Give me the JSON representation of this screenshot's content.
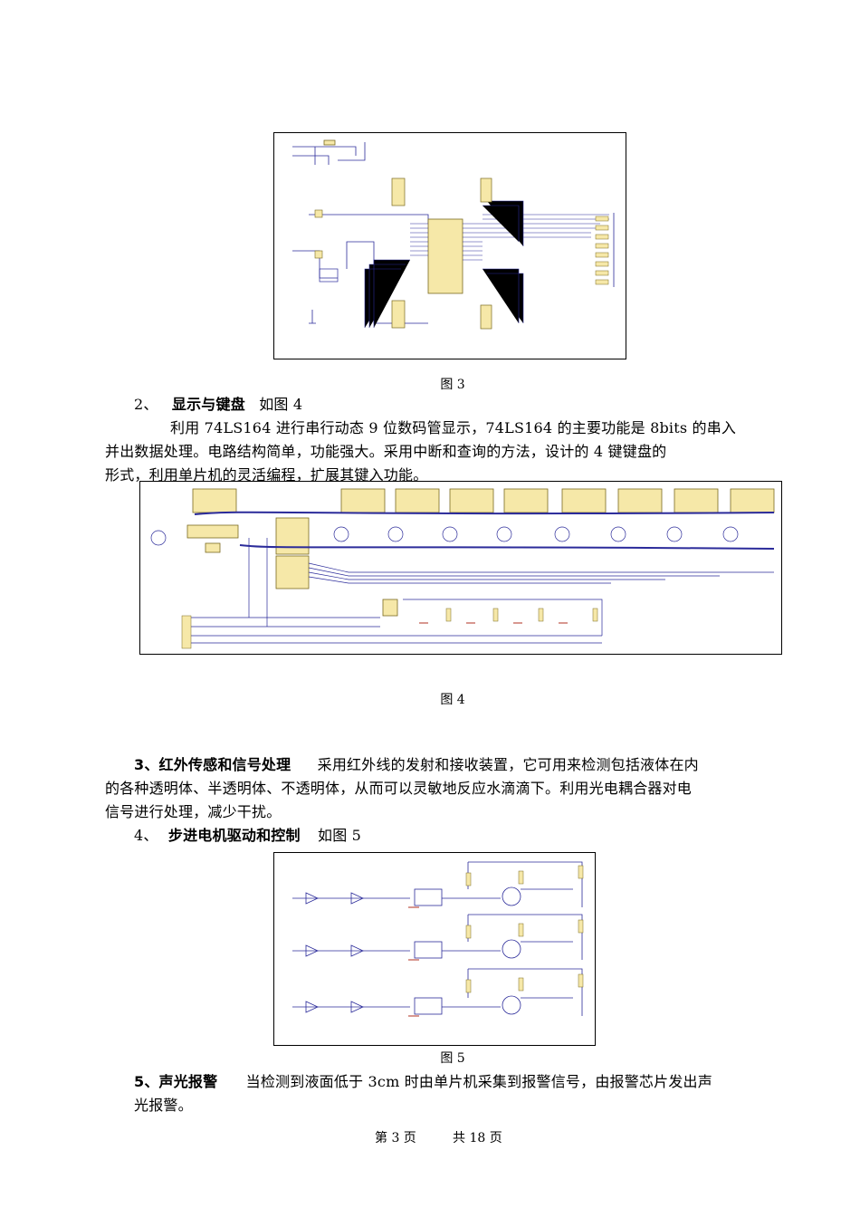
{
  "figures": [
    {
      "caption": "图 3"
    },
    {
      "caption": "图 4"
    },
    {
      "caption": "图 5"
    }
  ],
  "section2": {
    "number": "2、",
    "heading": "显示与键盘",
    "ref": "如图 4",
    "line1": "利用 74LS164 进行串行动态 9 位数码管显示，74LS164 的主要功能是 8bits 的串入",
    "line2": "并出数据处理。电路结构简单，功能强大。采用中断和查询的方法，设计的 4 键键盘的",
    "line3": "形式，利用单片机的灵活编程，扩展其键入功能。"
  },
  "section3": {
    "heading": "3、红外传感和信号处理",
    "line1": "采用红外线的发射和接收装置，它可用来检测包括液体在内",
    "line2": "的各种透明体、半透明体、不透明体，从而可以灵敏地反应水滴滴下。利用光电耦合器对电",
    "line3": "信号进行处理，减少干扰。"
  },
  "section4": {
    "number": "4、",
    "heading": "步进电机驱动和控制",
    "ref": "如图 5"
  },
  "section5": {
    "heading": "5、声光报警",
    "line1": "当检测到液面低于 3cm 时由单片机采集到报警信号，由报警芯片发出声",
    "line2": "光报警。"
  },
  "footer": {
    "page": "第 3 页",
    "total": "共 18 页"
  },
  "colors": {
    "wire": "#2b2b9a",
    "component_fill": "#f6e8a8",
    "component_stroke": "#7a6a20",
    "ground": "#b03020"
  }
}
